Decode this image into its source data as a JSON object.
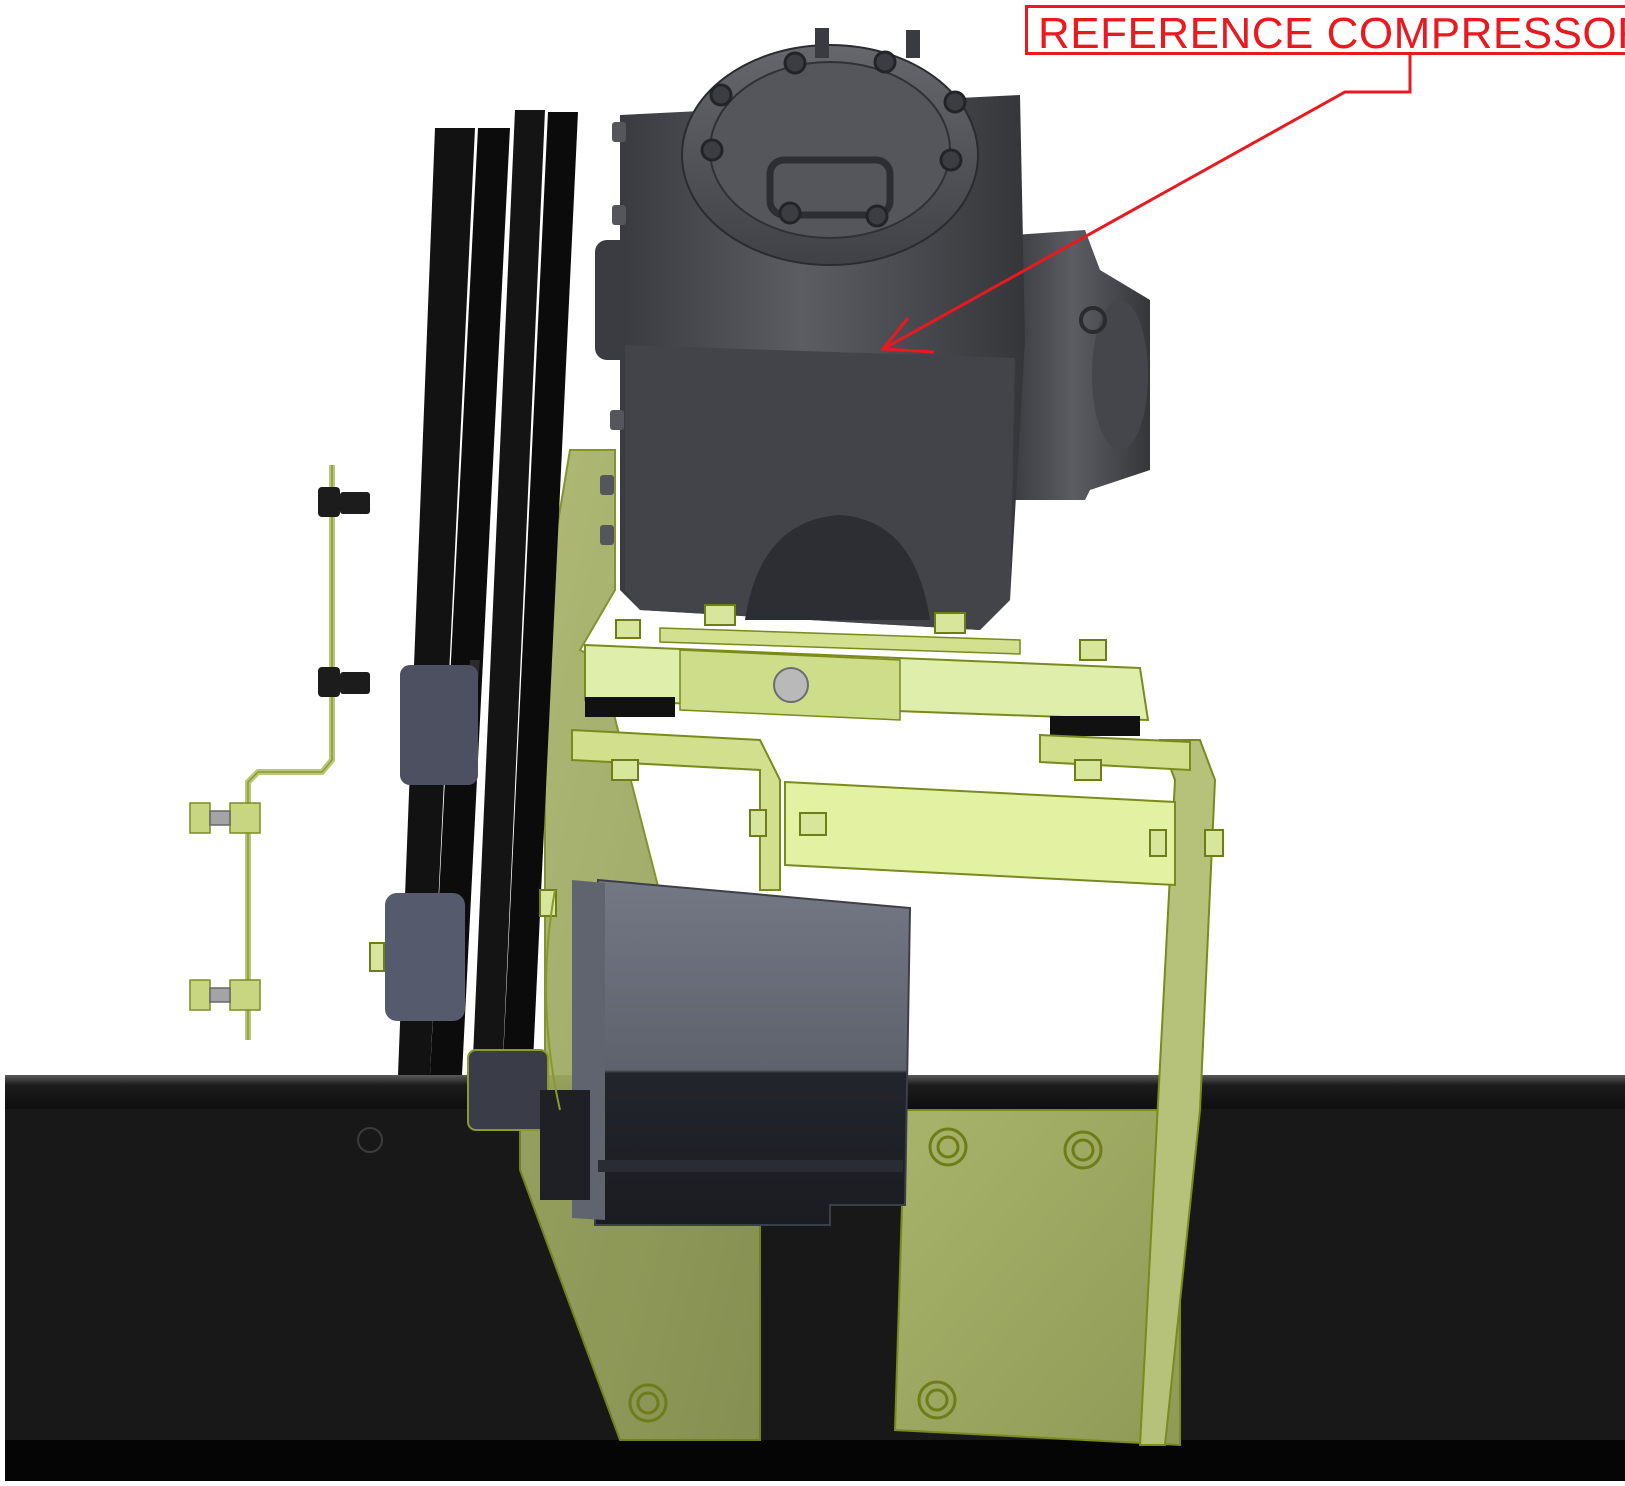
{
  "callout": {
    "label": "REFERENCE COMPRESSOR",
    "color": "#e8191f"
  },
  "parts": {
    "compressor": "compressor-body",
    "pulley": "belt-pulley",
    "bracket": "mounting-bracket",
    "motor": "motor-block",
    "frame": "chassis-rail",
    "rod": "wire-rod-bracket"
  },
  "colors": {
    "compressor": "#4a4b50",
    "bracket": "#d4e49a",
    "bracket_edge": "#8a9a2a",
    "belt": "#0f0f10",
    "motor": "#6a6e78",
    "rail": "#151515"
  }
}
